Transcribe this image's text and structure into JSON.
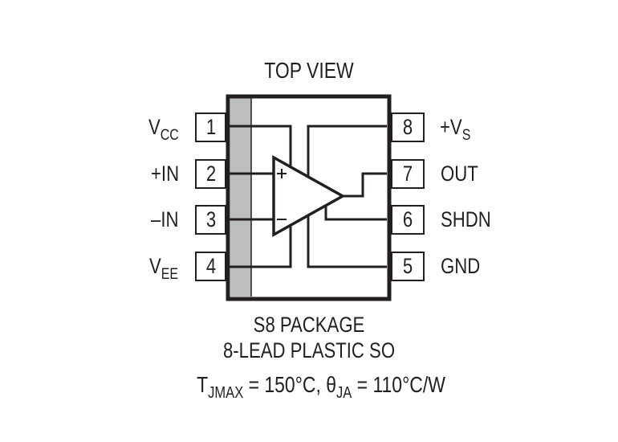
{
  "diagram": {
    "title": "TOP VIEW",
    "package": {
      "line1": "S8 PACKAGE",
      "line2": "8-LEAD PLASTIC SO"
    },
    "thermal": {
      "t_symbol": "T",
      "t_sub": "JMAX",
      "t_value": " = 150°C, ",
      "theta_symbol": "θ",
      "theta_sub": "JA",
      "theta_value": " = 110°C/W"
    },
    "pins_left": [
      {
        "number": "1",
        "name_main": "V",
        "name_sub": "CC"
      },
      {
        "number": "2",
        "name_main": "+IN",
        "name_sub": ""
      },
      {
        "number": "3",
        "name_main": "–IN",
        "name_sub": ""
      },
      {
        "number": "4",
        "name_main": "V",
        "name_sub": "EE"
      }
    ],
    "pins_right": [
      {
        "number": "8",
        "name_main": "+V",
        "name_sub": "S"
      },
      {
        "number": "7",
        "name_main": "OUT",
        "name_sub": ""
      },
      {
        "number": "6",
        "name_main": "SHDN",
        "name_sub": ""
      },
      {
        "number": "5",
        "name_main": "GND",
        "name_sub": ""
      }
    ],
    "opamp": {
      "plus": "+",
      "minus": "–"
    },
    "colors": {
      "line": "#231f20",
      "pin1_strip": "#bcbec0",
      "background": "#ffffff"
    }
  }
}
